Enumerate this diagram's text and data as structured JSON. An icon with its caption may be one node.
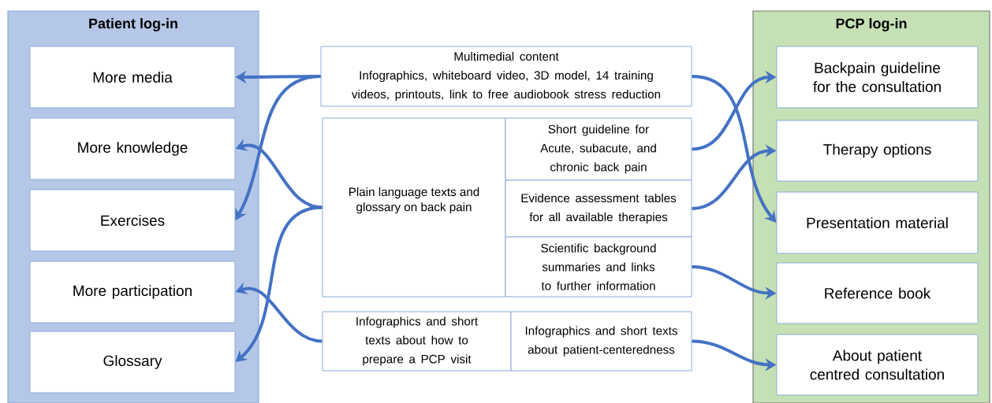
{
  "diagram": {
    "nodes": [
      {
        "text": [
          "Patient log-in"
        ]
      },
      {
        "text": [
          "More media"
        ],
        "in": 0
      },
      {
        "text": [
          "More knowledge"
        ],
        "in": 0
      },
      {
        "text": [
          "Exercises"
        ],
        "in": 0
      },
      {
        "text": [
          "More participation"
        ],
        "in": 0
      },
      {
        "text": [
          "Glossary"
        ],
        "in": 0
      },
      {
        "text": [
          "PCP log-in"
        ]
      },
      {
        "text": [
          "Backpain guideline for the consultation"
        ],
        "in": 6
      },
      {
        "text": [
          "Therapy options"
        ],
        "in": 6
      },
      {
        "text": [
          "Presentation material"
        ],
        "in": 6
      },
      {
        "text": [
          "Reference book"
        ],
        "in": 6
      },
      {
        "text": [
          "About patient centred consultation"
        ],
        "in": 6
      },
      {
        "text": [
          "Multimedial content",
          "Infographics, whiteboard video, 3D model, 14 training videos, printouts, link to free audiobook stress reduction"
        ]
      },
      {
        "text": [
          "Plain language texts and glossary on back pain"
        ]
      },
      {
        "text": [
          "Short guideline for Acute, subacute, and chronic back pain"
        ]
      },
      {
        "text": [
          "Evidence assessment tables for all available therapies"
        ]
      },
      {
        "text": [
          "Scientific background summaries and links to further information"
        ]
      },
      {
        "text": [
          "Infographics and short texts about how to prepare a PCP visit"
        ]
      },
      {
        "text": [
          "Infographics and short texts about patient-centeredness"
        ]
      }
    ],
    "edges": [
      {
        "from": 12,
        "to": 1,
        "arrow": "to"
      },
      {
        "from": 12,
        "to": 3,
        "arrow": "to"
      },
      {
        "from": 13,
        "to": 2,
        "arrow": "to"
      },
      {
        "from": 13,
        "to": 5,
        "arrow": "to"
      },
      {
        "from": 17,
        "to": 4,
        "arrow": "to"
      },
      {
        "from": 12,
        "to": 9,
        "arrow": "to"
      },
      {
        "from": 14,
        "to": 7,
        "arrow": "to"
      },
      {
        "from": 15,
        "to": 8,
        "arrow": "to"
      },
      {
        "from": 16,
        "to": 10,
        "arrow": "to"
      },
      {
        "from": 18,
        "to": 11,
        "arrow": "to"
      }
    ]
  }
}
